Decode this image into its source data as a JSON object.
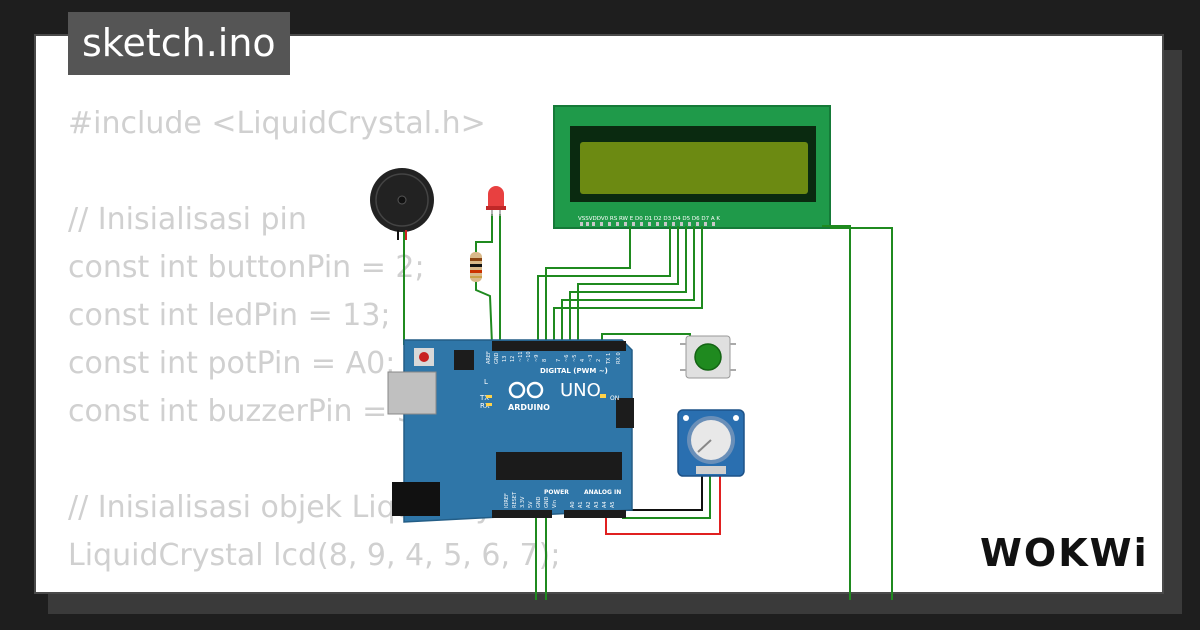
{
  "file_tab": {
    "title": "sketch.ino"
  },
  "code_lines": [
    "#include <LiquidCrystal.h>",
    "",
    "// Inisialisasi pin",
    "const int buttonPin = 2;",
    "const int ledPin = 13;",
    "const int potPin = A0;",
    "const int buzzerPin = 3;",
    "",
    "// Inisialisasi objek LiquidCrystal",
    "LiquidCrystal lcd(8, 9, 4, 5, 6, 7);"
  ],
  "arduino": {
    "board_name": "UNO",
    "brand": "ARDUINO",
    "digital_label": "DIGITAL (PWM ~)",
    "aref": "AREF",
    "gnd": "GND",
    "pin_labels": [
      "13",
      "12",
      "~11",
      "~10",
      "~9",
      "8",
      "7",
      "~6",
      "~5",
      "4",
      "~3",
      "2",
      "TX 1",
      "RX 0"
    ],
    "led_l": "L",
    "led_tx": "TX",
    "led_rx": "RX",
    "on_label": "ON",
    "power_label": "POWER",
    "analog_label": "ANALOG IN",
    "power_pins": [
      "IOREF",
      "RESET",
      "3.3V",
      "5V",
      "GND",
      "GND",
      "Vin"
    ],
    "analog_pins": [
      "A0",
      "A1",
      "A2",
      "A3",
      "A4",
      "A5"
    ]
  },
  "lcd": {
    "pin_header": "VSSVDDV0 RS RW E  D0 D1 D2 D3 D4 D5 D6 D7 A   K"
  },
  "logo": {
    "text": "WOKWi"
  },
  "colors": {
    "wire": "#1f8a1f",
    "wire_red": "#e02020",
    "wire_black": "#111111",
    "board": "#2f76a8",
    "lcd_bezel": "#1f9a4a",
    "lcd_screen": "#6c8a12"
  }
}
